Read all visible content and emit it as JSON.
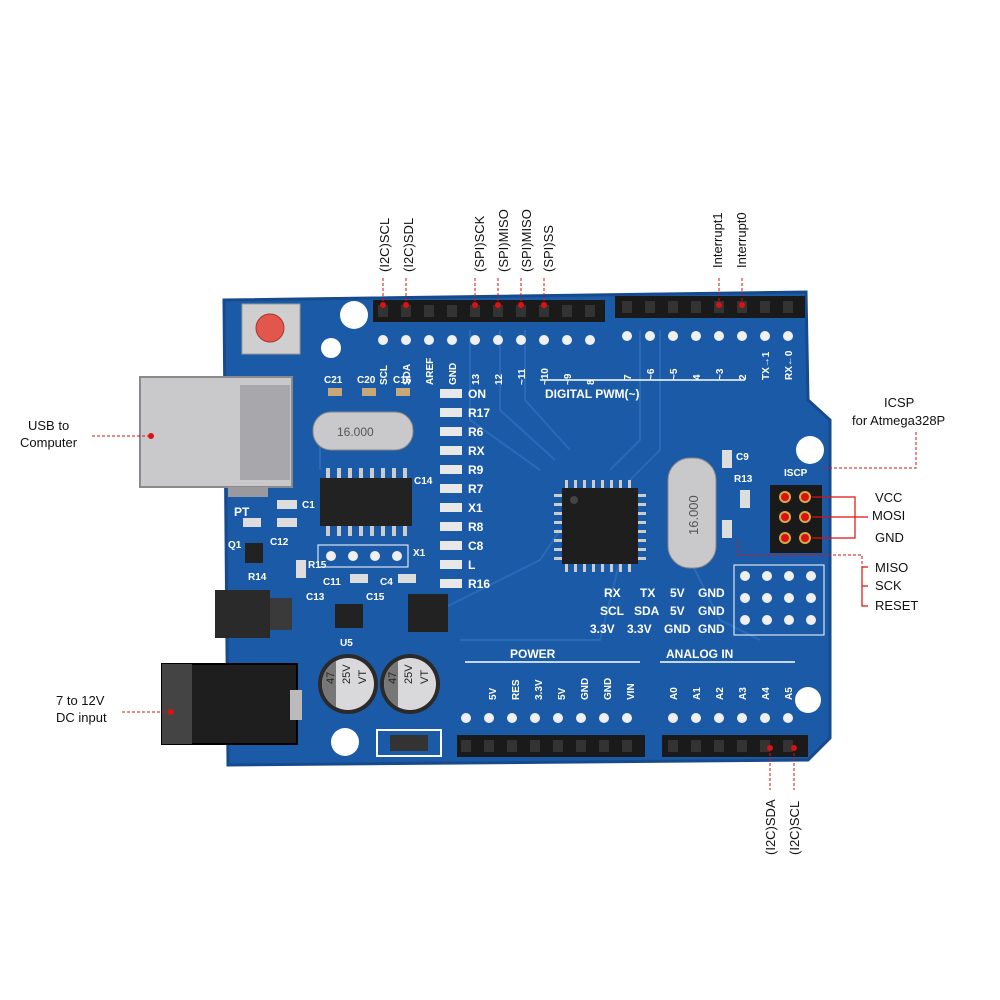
{
  "callouts": {
    "top_digital": [
      "(I2C)SCL",
      "(I2C)SDL",
      "(SPI)SCK",
      "(SPI)MISO",
      "(SPI)MISO",
      "(SPI)SS"
    ],
    "top_interrupt": [
      "Interrupt1",
      "Interrupt0"
    ],
    "usb": [
      "USB to",
      "Computer"
    ],
    "dc": [
      "7 to 12V",
      "DC input"
    ],
    "icsp_title": [
      "ICSP",
      "for Atmega328P"
    ],
    "icsp_pins": [
      "VCC",
      "MOSI",
      "GND"
    ],
    "icsp_pins2": [
      "MISO",
      "SCK",
      "RESET"
    ],
    "bottom_analog": [
      "(I2C)SDA",
      "(I2C)SCL"
    ]
  },
  "board": {
    "digital_left_labels": [
      "SCL",
      "SDA",
      "AREF",
      "GND",
      "13",
      "12",
      "~11",
      "~10",
      "~9",
      "8"
    ],
    "digital_right_labels": [
      "7",
      "~6",
      "~5",
      "4",
      "~3",
      "2",
      "TX→1",
      "RX←0"
    ],
    "digital_pwm_label": "DIGITAL PWM(~)",
    "leds": [
      "ON",
      "R17",
      "R6",
      "RX",
      "R9",
      "R7",
      "X1",
      "R8",
      "C8",
      "L",
      "R16"
    ],
    "caps_top": [
      "C21",
      "C20",
      "C16"
    ],
    "comp_labels": {
      "pt": "PT",
      "c1": "C1",
      "c12": "C12",
      "q1": "Q1",
      "r14": "R14",
      "r15": "R15",
      "x1": "X1",
      "c11": "C11",
      "c4": "C4",
      "c13": "C13",
      "c15": "C15",
      "u5": "U5",
      "c14": "C14",
      "r13": "R13",
      "c9": "C9",
      "iscp": "ISCP"
    },
    "crystal_small": "16.000",
    "crystal_big": "16.000",
    "electrolytic": [
      "47",
      "25V",
      "VT"
    ],
    "power_label": "POWER",
    "analog_label": "ANALOG IN",
    "power_pins": [
      "5V",
      "RES",
      "3.3V",
      "5V",
      "GND",
      "GND",
      "VIN"
    ],
    "analog_pins": [
      "A0",
      "A1",
      "A2",
      "A3",
      "A4",
      "A5"
    ],
    "right_table": {
      "row1": [
        "RX",
        "TX",
        "5V",
        "GND"
      ],
      "row2": [
        "SCL",
        "SDA",
        "5V",
        "GND"
      ],
      "row3": [
        "3.3V",
        "3.3V",
        "GND",
        "GND"
      ]
    }
  },
  "colors": {
    "pcb": "#1b5aa6",
    "pcb_edge": "#164a8c",
    "callout_red": "#dd1111",
    "header": "#1a1a1a"
  }
}
